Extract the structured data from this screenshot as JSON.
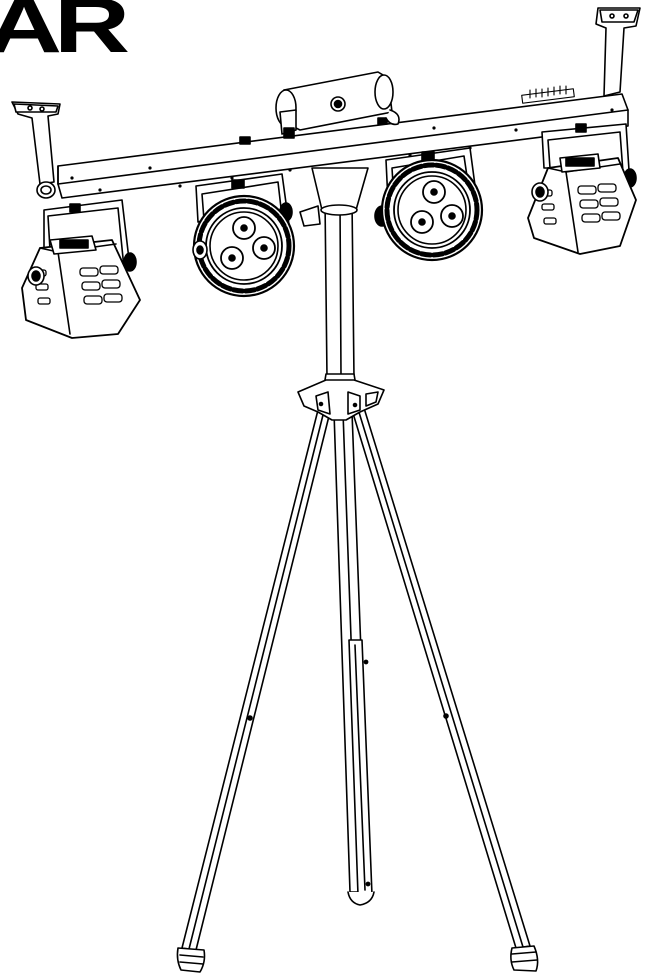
{
  "logo": {
    "text": "AR"
  },
  "colors": {
    "ink": "#000000",
    "paper": "#ffffff"
  },
  "figure": {
    "subject": "lighting rig",
    "lamp_heads": [
      {
        "kind": "derby-effect",
        "side": "left",
        "lens_count": 0
      },
      {
        "kind": "par-can",
        "side": "left",
        "lens_count": 3
      },
      {
        "kind": "par-can",
        "side": "right",
        "lens_count": 3
      },
      {
        "kind": "derby-effect",
        "side": "right",
        "lens_count": 0
      }
    ]
  }
}
